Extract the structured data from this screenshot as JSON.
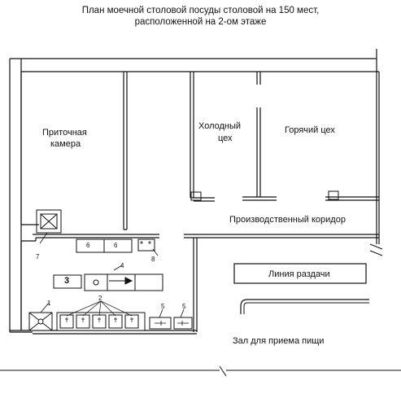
{
  "title": {
    "line1": "План моечной столовой посуды столовой на 150 мест,",
    "line2": "расположенной на 2-ом этаже"
  },
  "rooms": {
    "supply_chamber_1": "Приточная",
    "supply_chamber_2": "камера",
    "cold_shop_1": "Холодный",
    "cold_shop_2": "цех",
    "hot_shop": "Горячий цех",
    "corridor": "Производственный коридор",
    "serving_line": "Линия раздачи",
    "dining_hall": "Зал для приема пищи"
  },
  "equipment_labels": {
    "n1": "1",
    "n2": "2",
    "n3": "3",
    "n4": "4",
    "n5a": "5",
    "n5b": "5",
    "n6a": "6",
    "n6b": "6",
    "n7": "7",
    "n8": "8"
  }
}
